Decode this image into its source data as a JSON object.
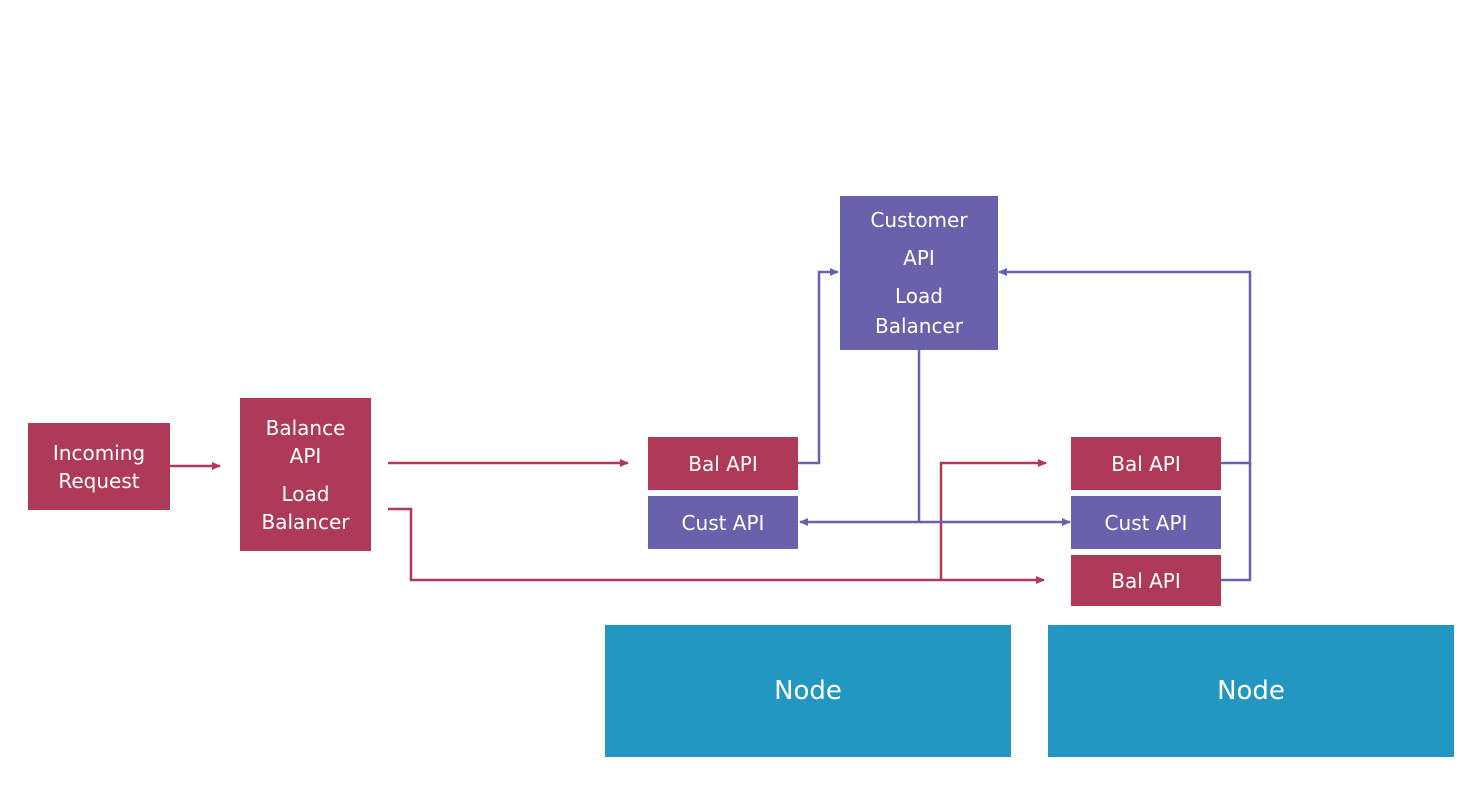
{
  "colors": {
    "red": "#AE3A57",
    "purple": "#6A61AC",
    "teal": "#2197C2"
  },
  "boxes": {
    "incoming_request": {
      "lines": [
        "Incoming",
        "Request"
      ]
    },
    "balance_lb": {
      "lines": [
        "Balance",
        "API",
        "Load",
        "Balancer"
      ]
    },
    "customer_lb": {
      "lines": [
        "Customer",
        "API",
        "Load",
        "Balancer"
      ]
    },
    "node1_bal_api": "Bal API",
    "node1_cust_api": "Cust API",
    "node2_bal_api_top": "Bal API",
    "node2_cust_api": "Cust API",
    "node2_bal_api_bottom": "Bal API",
    "node1": "Node",
    "node2": "Node"
  }
}
